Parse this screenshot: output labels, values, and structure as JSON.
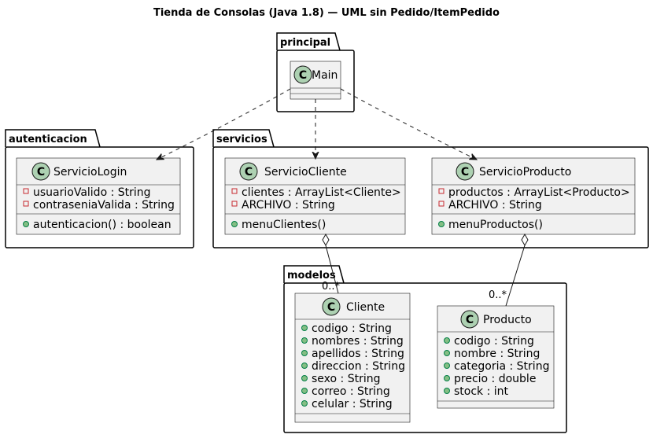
{
  "title": "Tienda de Consolas (Java 1.8) — UML sin Pedido/ItemPedido",
  "packages": {
    "principal": "principal",
    "autenticacion": "autenticacion",
    "servicios": "servicios",
    "modelos": "modelos"
  },
  "stereotype_letter": "C",
  "classes": {
    "main": {
      "name": "Main",
      "attributes": [],
      "methods": []
    },
    "servicio_login": {
      "name": "ServicioLogin",
      "attributes": [
        {
          "vis": "private",
          "text": "usuarioValido : String"
        },
        {
          "vis": "private",
          "text": "contraseniaValida : String"
        }
      ],
      "methods": [
        {
          "vis": "public",
          "text": "autenticacion() : boolean"
        }
      ]
    },
    "servicio_cliente": {
      "name": "ServicioCliente",
      "attributes": [
        {
          "vis": "private",
          "text": "clientes : ArrayList<Cliente>"
        },
        {
          "vis": "private",
          "text": "ARCHIVO : String"
        }
      ],
      "methods": [
        {
          "vis": "public",
          "text": "menuClientes()"
        }
      ]
    },
    "servicio_producto": {
      "name": "ServicioProducto",
      "attributes": [
        {
          "vis": "private",
          "text": "productos : ArrayList<Producto>"
        },
        {
          "vis": "private",
          "text": "ARCHIVO : String"
        }
      ],
      "methods": [
        {
          "vis": "public",
          "text": "menuProductos()"
        }
      ]
    },
    "cliente": {
      "name": "Cliente",
      "attributes": [
        {
          "vis": "public",
          "text": "codigo : String"
        },
        {
          "vis": "public",
          "text": "nombres : String"
        },
        {
          "vis": "public",
          "text": "apellidos : String"
        },
        {
          "vis": "public",
          "text": "direccion : String"
        },
        {
          "vis": "public",
          "text": "sexo : String"
        },
        {
          "vis": "public",
          "text": "correo : String"
        },
        {
          "vis": "public",
          "text": "celular : String"
        }
      ],
      "methods": []
    },
    "producto": {
      "name": "Producto",
      "attributes": [
        {
          "vis": "public",
          "text": "codigo : String"
        },
        {
          "vis": "public",
          "text": "nombre : String"
        },
        {
          "vis": "public",
          "text": "categoria : String"
        },
        {
          "vis": "public",
          "text": "precio : double"
        },
        {
          "vis": "public",
          "text": "stock : int"
        }
      ],
      "methods": []
    }
  },
  "relations": {
    "cliente_multiplicity": "0..*",
    "producto_multiplicity": "0..*"
  },
  "colors": {
    "class_fill": "#f1f1f1",
    "stereotype_circle": "#add1b2",
    "private_marker": "#c82930",
    "public_marker": "#84be84"
  }
}
